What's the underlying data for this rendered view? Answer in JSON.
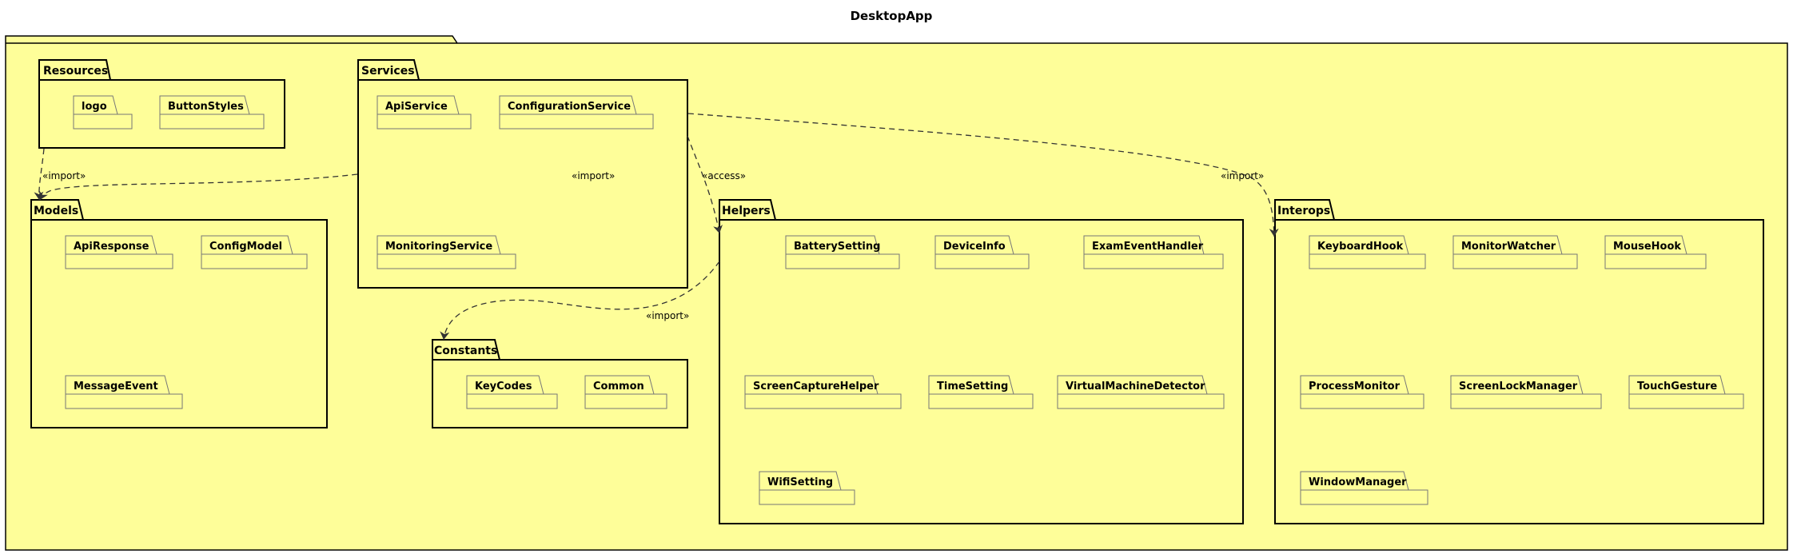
{
  "diagram": {
    "title": "DesktopApp",
    "packages": {
      "resources": {
        "name": "Resources",
        "children": [
          "logo",
          "ButtonStyles"
        ]
      },
      "services": {
        "name": "Services",
        "children": [
          "ApiService",
          "ConfigurationService",
          "MonitoringService"
        ]
      },
      "models": {
        "name": "Models",
        "children": [
          "ApiResponse",
          "ConfigModel",
          "MessageEvent"
        ]
      },
      "constants": {
        "name": "Constants",
        "children": [
          "KeyCodes",
          "Common"
        ]
      },
      "helpers": {
        "name": "Helpers",
        "children": [
          "BatterySetting",
          "DeviceInfo",
          "ExamEventHandler",
          "ScreenCaptureHelper",
          "TimeSetting",
          "VirtualMachineDetector",
          "WifiSetting"
        ]
      },
      "interops": {
        "name": "Interops",
        "children": [
          "KeyboardHook",
          "MonitorWatcher",
          "MouseHook",
          "ProcessMonitor",
          "ScreenLockManager",
          "TouchGesture",
          "WindowManager"
        ]
      }
    },
    "edges": [
      {
        "from": "Resources",
        "to": "Models",
        "label": "«import»"
      },
      {
        "from": "Services",
        "to": "Models",
        "label": "«import»"
      },
      {
        "from": "Services",
        "to": "Helpers",
        "label": "«access»"
      },
      {
        "from": "Services",
        "to": "Interops",
        "label": "«import»"
      },
      {
        "from": "Helpers",
        "to": "Constants",
        "label": "«import»"
      }
    ],
    "floating_label": "«import»"
  }
}
